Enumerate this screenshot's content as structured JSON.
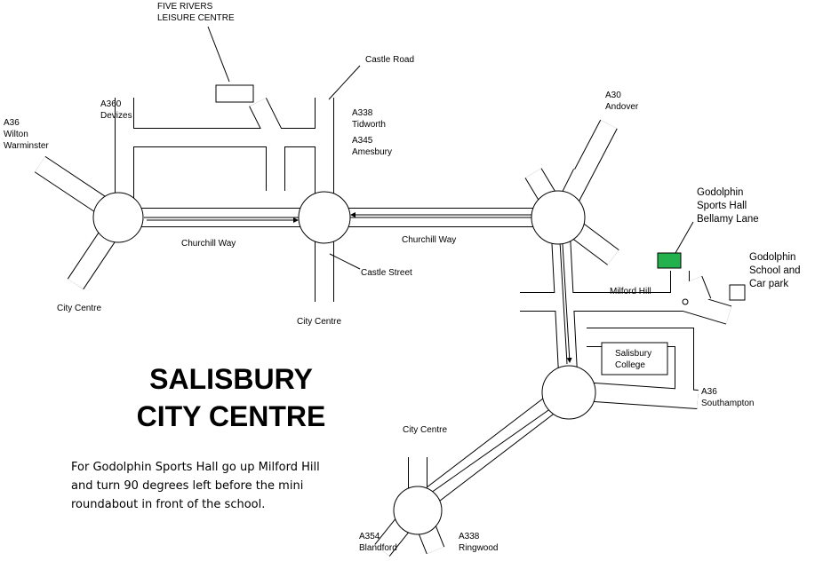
{
  "map": {
    "title_line1": "SALISBURY",
    "title_line2": "CITY CENTRE",
    "directions": [
      "For Godolphin Sports Hall go up Milford Hill",
      "and turn 90 degrees left before the mini",
      "roundabout in front of the school."
    ],
    "labels": {
      "five_rivers": "FIVE RIVERS\nLEISURE CENTRE",
      "castle_road": "Castle Road",
      "a360": "A360\nDevizes",
      "a36_wilton": "A36\nWilton\nWarminster",
      "a338_tidworth": "A338\nTidworth",
      "a345_amesbury": "A345\nAmesbury",
      "a30_andover": "A30\nAndover",
      "churchill_way_left": "Churchill Way",
      "churchill_way_right": "Churchill Way",
      "castle_street": "Castle Street",
      "city_centre_left": "City Centre",
      "city_centre_mid": "City Centre",
      "city_centre_bottom": "City Centre",
      "godolphin_hall": "Godolphin\nSports Hall\nBellamy Lane",
      "godolphin_school": "Godolphin\nSchool and\nCar park",
      "milford_hill": "Milford Hill",
      "salisbury_college": "Salisbury\nCollege",
      "a36_southampton": "A36\nSouthampton",
      "a354_blandford": "A354\nBlandford",
      "a338_ringwood": "A338\nRingwood"
    },
    "colors": {
      "sports_hall_marker": "#22b14c",
      "ink": "#000000"
    }
  }
}
